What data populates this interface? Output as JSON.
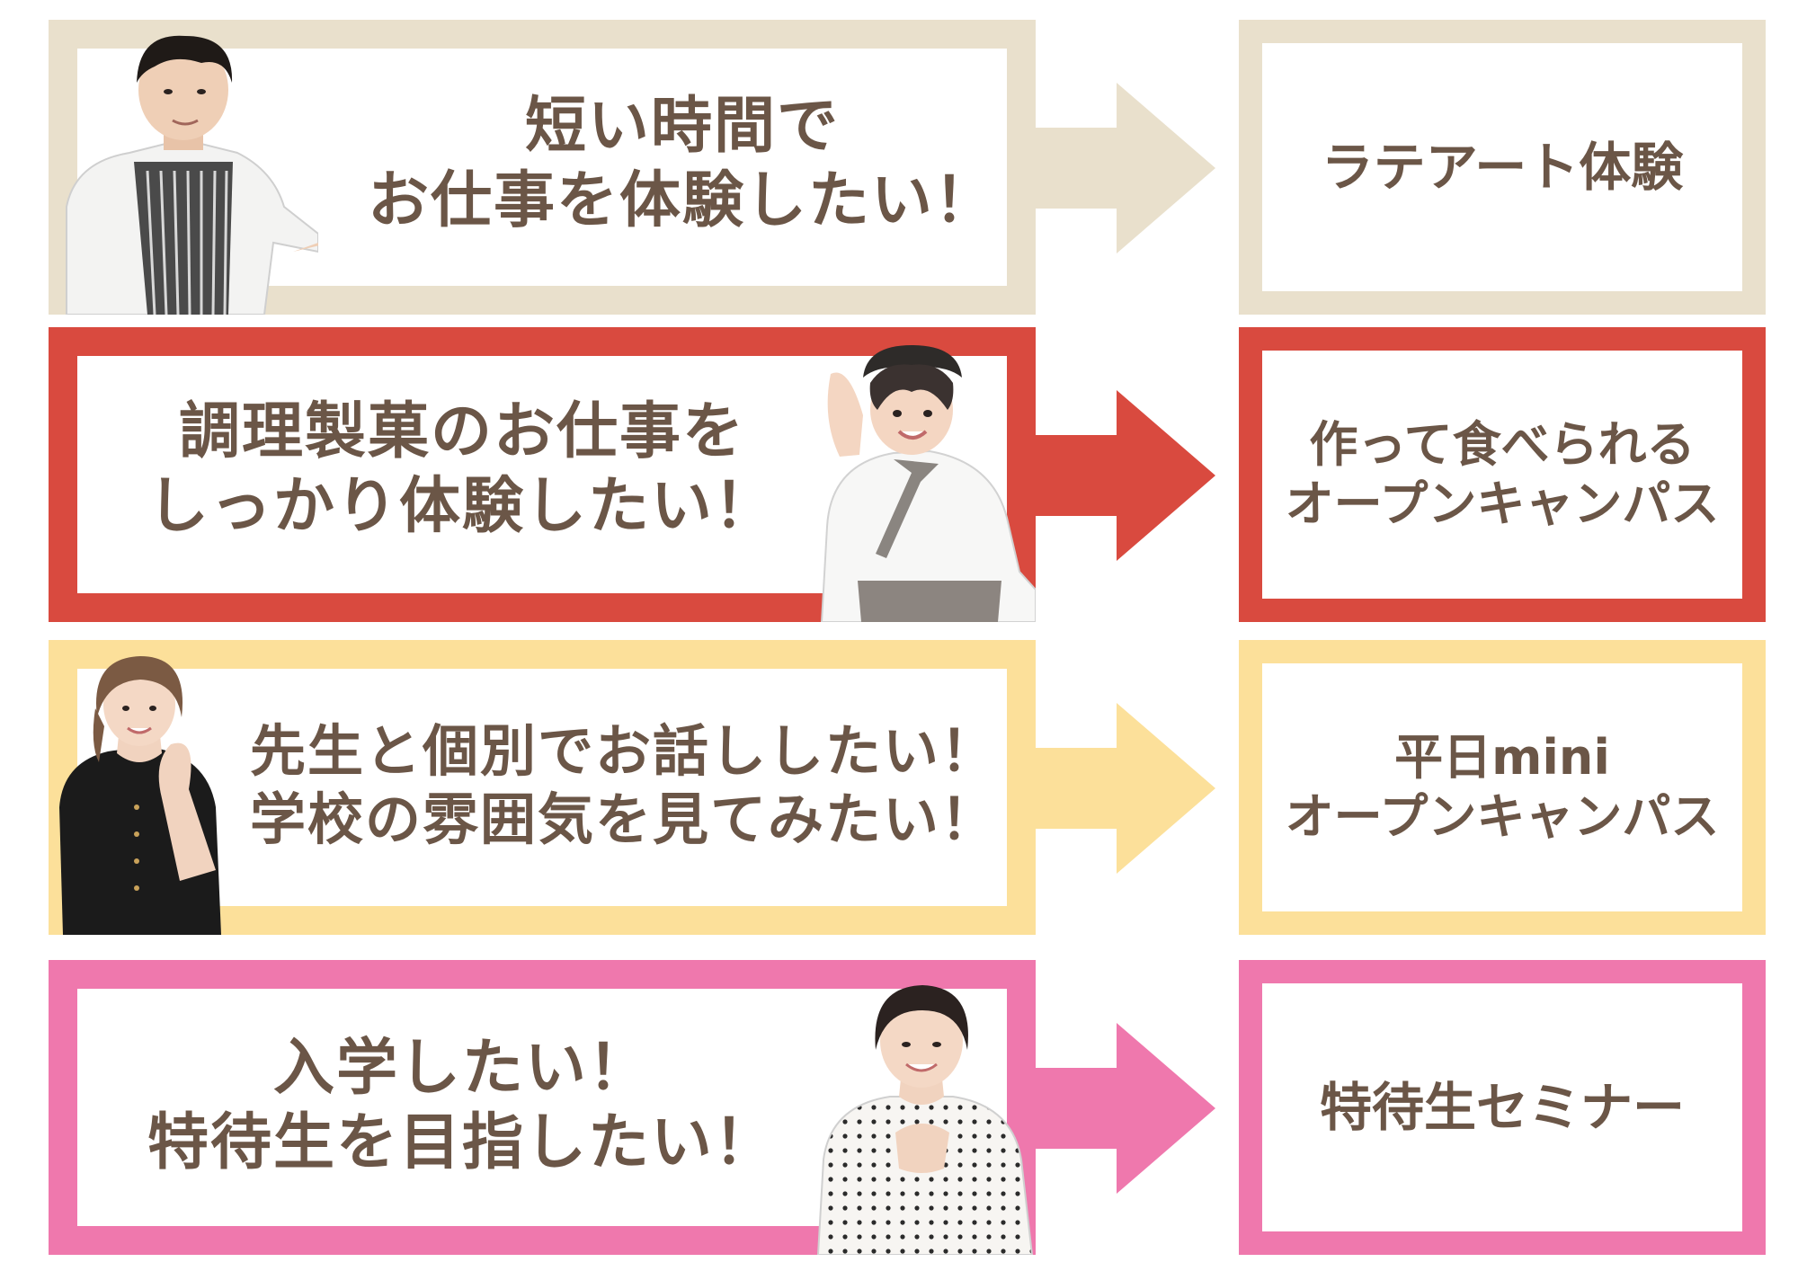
{
  "colors": {
    "beige": "#e9e0cc",
    "red": "#d94a3f",
    "yellow": "#fce09a",
    "pink": "#ef78ad",
    "text": "#6b5647"
  },
  "rows": [
    {
      "left_lines": [
        "短い時間で",
        "お仕事を体験したい！"
      ],
      "right_lines": [
        "ラテアート体験"
      ],
      "person": "chef-boy-photo"
    },
    {
      "left_lines": [
        "調理製菓のお仕事を",
        "しっかり体験したい！"
      ],
      "right_lines": [
        "作って食べられる",
        "オープンキャンパス"
      ],
      "person": "chef-girl-photo"
    },
    {
      "left_lines": [
        "先生と個別でお話ししたい！",
        "学校の雰囲気を見てみたい！"
      ],
      "right_lines": [
        "平日mini",
        "オープンキャンパス"
      ],
      "person": "student-girl-black-photo"
    },
    {
      "left_lines": [
        "入学したい！",
        "特待生を目指したい！"
      ],
      "right_lines": [
        "特待生セミナー"
      ],
      "person": "student-girl-dots-photo"
    }
  ]
}
